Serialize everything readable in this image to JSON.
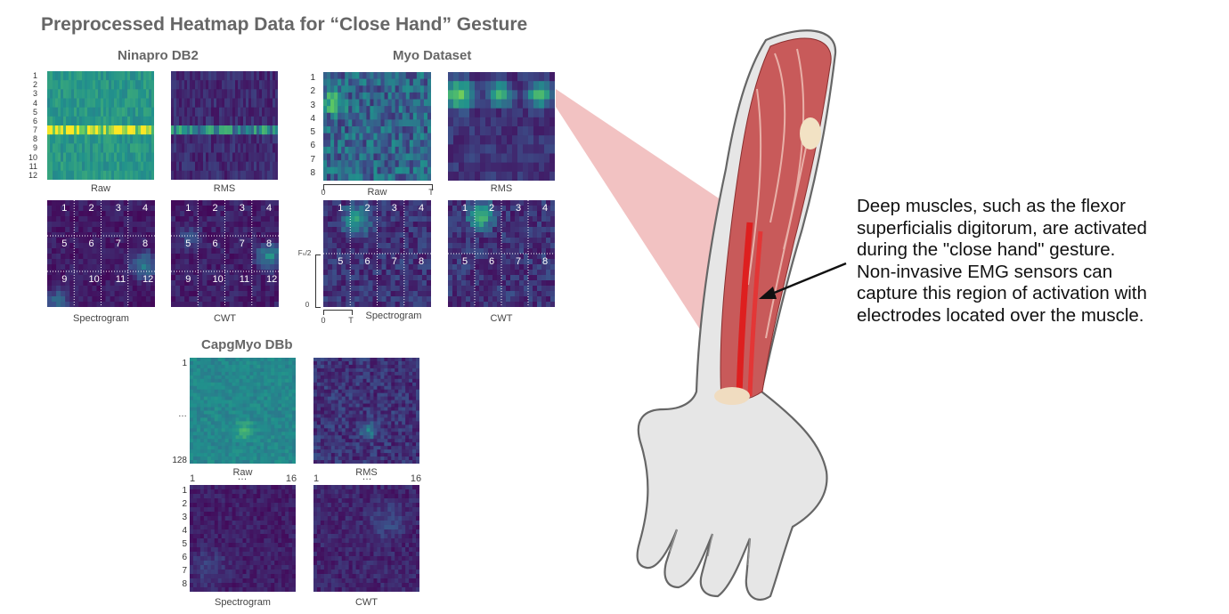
{
  "title": "Preprocessed Heatmap Data for “Close Hand” Gesture",
  "sections": {
    "ninapro": "Ninapro DB2",
    "myo": "Myo Dataset",
    "capg": "CapgMyo DBb"
  },
  "panel_labels": {
    "raw": "Raw",
    "rms": "RMS",
    "spectrogram": "Spectrogram",
    "cwt": "CWT"
  },
  "ninapro_rows": [
    "1",
    "2",
    "3",
    "4",
    "5",
    "6",
    "7",
    "8",
    "9",
    "10",
    "11",
    "12"
  ],
  "myo_rows": [
    "1",
    "2",
    "3",
    "4",
    "5",
    "6",
    "7",
    "8"
  ],
  "capg_rows": [
    "1",
    "2",
    "3",
    "4",
    "5",
    "6",
    "7",
    "8"
  ],
  "grid_numbers_12": [
    "1",
    "2",
    "3",
    "4",
    "5",
    "6",
    "7",
    "8",
    "9",
    "10",
    "11",
    "12"
  ],
  "grid_numbers_8": [
    "1",
    "2",
    "3",
    "4",
    "5",
    "6",
    "7",
    "8"
  ],
  "myo_axis": {
    "x0": "0",
    "xT": "T",
    "y_half": "Fₛ/2",
    "y0": "0",
    "spec_x0": "0",
    "spec_xT": "T"
  },
  "capg_axis": {
    "row_first": "1",
    "row_ellipsis": "…",
    "row_last": "128",
    "col_first": "1",
    "col_ellipsis": "…",
    "col_last": "16"
  },
  "caption": [
    "Deep muscles, such as the flexor",
    "superficialis digitorum, are activated",
    "during the \"close hand\" gesture.",
    "Non-invasive EMG sensors can",
    "capture this region of activation with",
    "electrodes located over the muscle."
  ],
  "colors": {
    "viridis_dark": "#3b1d6e",
    "viridis_teal": "#1f9e89",
    "viridis_yellow": "#fde725",
    "muscle": "#c44a4a",
    "skin": "#e8e8e8",
    "highlight": "#e89090"
  }
}
